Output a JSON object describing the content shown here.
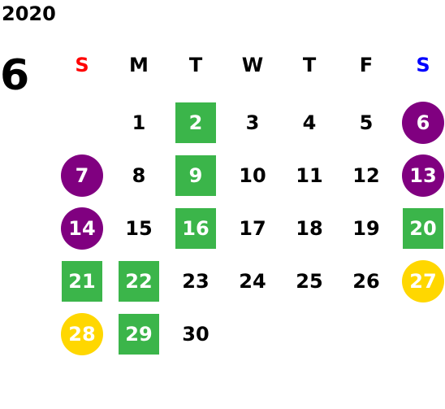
{
  "calendar": {
    "year": "2020",
    "month": "6",
    "weekdays": [
      {
        "label": "S",
        "color": "#ff0000"
      },
      {
        "label": "M",
        "color": "#000000"
      },
      {
        "label": "T",
        "color": "#000000"
      },
      {
        "label": "W",
        "color": "#000000"
      },
      {
        "label": "T",
        "color": "#000000"
      },
      {
        "label": "F",
        "color": "#000000"
      },
      {
        "label": "S",
        "color": "#0000ff"
      }
    ],
    "colors": {
      "green": "#3bb54a",
      "purple": "#800080",
      "yellow": "#ffd700"
    },
    "weeks": [
      [
        null,
        {
          "day": "1"
        },
        {
          "day": "2",
          "mark": "green"
        },
        {
          "day": "3"
        },
        {
          "day": "4"
        },
        {
          "day": "5"
        },
        {
          "day": "6",
          "mark": "purple"
        }
      ],
      [
        {
          "day": "7",
          "mark": "purple"
        },
        {
          "day": "8"
        },
        {
          "day": "9",
          "mark": "green"
        },
        {
          "day": "10"
        },
        {
          "day": "11"
        },
        {
          "day": "12"
        },
        {
          "day": "13",
          "mark": "purple"
        }
      ],
      [
        {
          "day": "14",
          "mark": "purple"
        },
        {
          "day": "15"
        },
        {
          "day": "16",
          "mark": "green"
        },
        {
          "day": "17"
        },
        {
          "day": "18"
        },
        {
          "day": "19"
        },
        {
          "day": "20",
          "mark": "green"
        }
      ],
      [
        {
          "day": "21",
          "mark": "green"
        },
        {
          "day": "22",
          "mark": "green"
        },
        {
          "day": "23"
        },
        {
          "day": "24"
        },
        {
          "day": "25"
        },
        {
          "day": "26"
        },
        {
          "day": "27",
          "mark": "yellow"
        }
      ],
      [
        {
          "day": "28",
          "mark": "yellow"
        },
        {
          "day": "29",
          "mark": "green"
        },
        {
          "day": "30"
        },
        null,
        null,
        null,
        null
      ]
    ]
  }
}
